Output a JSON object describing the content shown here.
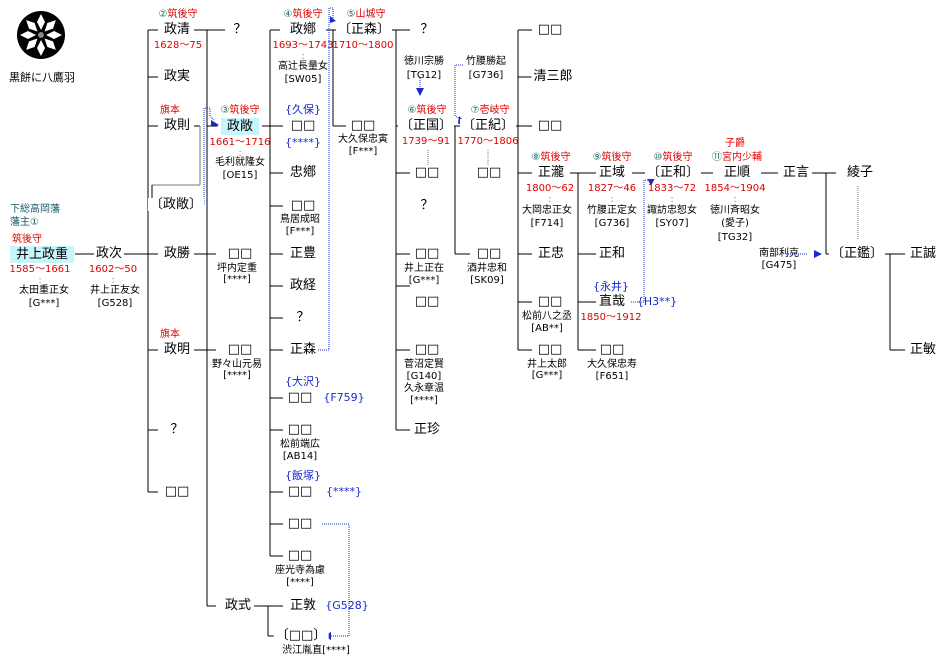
{
  "crest": {
    "caption": "黒餅に八鷹羽"
  },
  "colors": {
    "highlight": "#c8f4fb",
    "title_red": "#e00000",
    "number_teal": "#1a6b5a",
    "adoption_blue": "#1a28d0",
    "line": "#000000"
  },
  "root": {
    "domain_label": "下総高岡藩",
    "lord_label": "藩主①",
    "title": "筑後守",
    "name": "井上政重",
    "years": "1585〜1661",
    "spouse": "太田重正女",
    "spouse_code": "[G***]"
  },
  "gen2": {
    "name": "政次",
    "years": "1602〜50",
    "spouse": "井上正友女",
    "spouse_code": "[G528]"
  },
  "gen3": [
    {
      "num": "②",
      "title": "筑後守",
      "name": "政清",
      "years": "1628〜75"
    },
    {
      "name": "政実"
    },
    {
      "title": "旗本",
      "name": "政則"
    },
    {
      "name": "〔政敞〕"
    },
    {
      "name": "政勝"
    },
    {
      "title": "旗本",
      "name": "政明"
    },
    {
      "name": "？"
    },
    {
      "name": "□□"
    }
  ],
  "gen4": {
    "seikiyo_child": "？",
    "masataka": {
      "num": "③",
      "title": "筑後守",
      "name": "政敞",
      "years": "1661〜1716",
      "spouse": "毛利就隆女",
      "spouse_code": "[OE15]"
    },
    "katsu_child": {
      "name": "□□",
      "spouse": "坪内定重",
      "spouse_code": "[****]"
    },
    "aki_child": {
      "name": "□□",
      "spouse": "野々山元易",
      "spouse_code": "[****]"
    },
    "seishiki": "政式"
  },
  "gen5": {
    "masasato": {
      "num": "④",
      "title": "筑後守",
      "name": "政鄕",
      "years": "1693〜1743",
      "spouse": "高辻長量女",
      "spouse_code": "[SW05]"
    },
    "kubo": {
      "family": "{久保}",
      "name": "□□",
      "code": "{****}"
    },
    "tadasato": "忠鄕",
    "torii": {
      "name": "□□",
      "spouse": "鳥居成昭",
      "spouse_code": "[F***]"
    },
    "masatoyo": "正豊",
    "masatsune": "政経",
    "unknown": "？",
    "masamori": "正森",
    "osawa": {
      "family": "{大沢}",
      "name": "□□",
      "code": "{F759}"
    },
    "matsumae": {
      "name": "□□",
      "spouse": "松前端広",
      "spouse_code": "[AB14]"
    },
    "iizuka": {
      "family": "{飯塚}",
      "name": "□□",
      "code": "{****}"
    },
    "blank": "□□",
    "zakoji": {
      "name": "□□",
      "spouse": "座光寺為慮",
      "spouse_code": "[****]"
    },
    "masaatsu": {
      "name": "正敦",
      "code": "{G528}"
    },
    "shibue": {
      "name": "〔□□〕",
      "spouse": "渋江胤直[****]"
    }
  },
  "gen6": {
    "masamori": {
      "num": "⑤",
      "title": "山城守",
      "name": "〔正森〕",
      "years": "1710〜1800"
    },
    "okubo": {
      "name": "□□",
      "spouse": "大久保忠寅",
      "spouse_code": "[F***]"
    }
  },
  "gen7": {
    "unknown": "？",
    "tokugawa": {
      "name": "徳川宗勝",
      "code": "[TG12]"
    },
    "masakuni": {
      "num": "⑥",
      "title": "筑後守",
      "name": "〔正国〕",
      "years": "1739〜91"
    },
    "blank1": "□□",
    "unknown2": "？",
    "inoue": {
      "name": "□□",
      "spouse": "井上正在",
      "spouse_code": "[G***]"
    },
    "blank2": "□□",
    "suganuma": {
      "name": "□□",
      "spouse": "菅沼定賢",
      "spouse_code": "[G140]",
      "spouse2": "久永章温",
      "spouse2_code": "[****]"
    },
    "masachin": "正珍"
  },
  "gen8": {
    "takekoshi": {
      "name": "竹腰勝起",
      "code": "[G736]"
    },
    "masanori": {
      "num": "⑦",
      "title": "壱岐守",
      "name": "〔正紀〕",
      "years": "1770〜1806"
    },
    "blank": "□□",
    "sakai": {
      "name": "□□",
      "spouse": "酒井忠和",
      "spouse_code": "[SK09]"
    }
  },
  "gen9": {
    "blank1": "□□",
    "seizaburo": "清三郎",
    "blank2": "□□",
    "masataki": {
      "num": "⑧",
      "title": "筑後守",
      "name": "正瀧",
      "years": "1800〜62",
      "spouse": "大岡忠正女",
      "spouse_code": "[F714]"
    },
    "masatada": "正忠",
    "matsumae": {
      "name": "□□",
      "spouse": "松前八之丞",
      "spouse_code": "[AB**]"
    },
    "inoue": {
      "name": "□□",
      "spouse": "井上太郎",
      "spouse_code": "[G***]"
    }
  },
  "gen10": {
    "masaiki": {
      "num": "⑨",
      "title": "筑後守",
      "name": "正域",
      "years": "1827〜46",
      "spouse": "竹腰正定女",
      "spouse_code": "[G736]"
    },
    "masakazu": "正和",
    "naoyoshi": {
      "family": "{永井}",
      "name": "直哉",
      "code": "{H3**}",
      "years": "1850〜1912"
    },
    "okubo": {
      "name": "□□",
      "spouse": "大久保忠寿",
      "spouse_code": "[F651]"
    }
  },
  "gen11": {
    "num": "⑩",
    "title": "筑後守",
    "name": "〔正和〕",
    "years": "1833〜72",
    "spouse": "諏訪忠恕女",
    "spouse_code": "[SY07]"
  },
  "gen12": {
    "rank": "子爵",
    "num": "⑪",
    "title": "宮内少輔",
    "name": "正順",
    "years": "1854〜1904",
    "spouse": "徳川斉昭女",
    "spouse_alias": "(愛子)",
    "spouse_code": "[TG32]"
  },
  "gen13": {
    "name": "正言"
  },
  "gen14": {
    "ayako": "綾子",
    "masaaki": "〔正鑑〕",
    "nanbu": {
      "name": "南部利克",
      "code": "[G475]"
    }
  },
  "gen15": [
    "正誠",
    "正敏"
  ]
}
